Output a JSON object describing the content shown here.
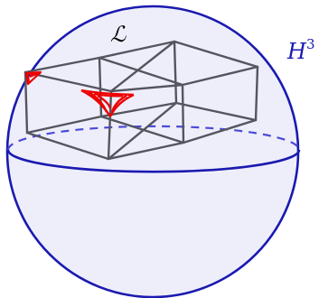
{
  "labels": {
    "lattice": "ℒ",
    "space": "H",
    "space_exponent": "3"
  },
  "colors": {
    "sphere_outline": "#1a1ab0",
    "sphere_fill": "#eeeefb",
    "equator_dashed": "#4a4ad6",
    "lattice_edges": "#55555f",
    "cusp_markers": "#ee0000",
    "space_label": "#1a1ab0",
    "lattice_label": "#000000"
  }
}
